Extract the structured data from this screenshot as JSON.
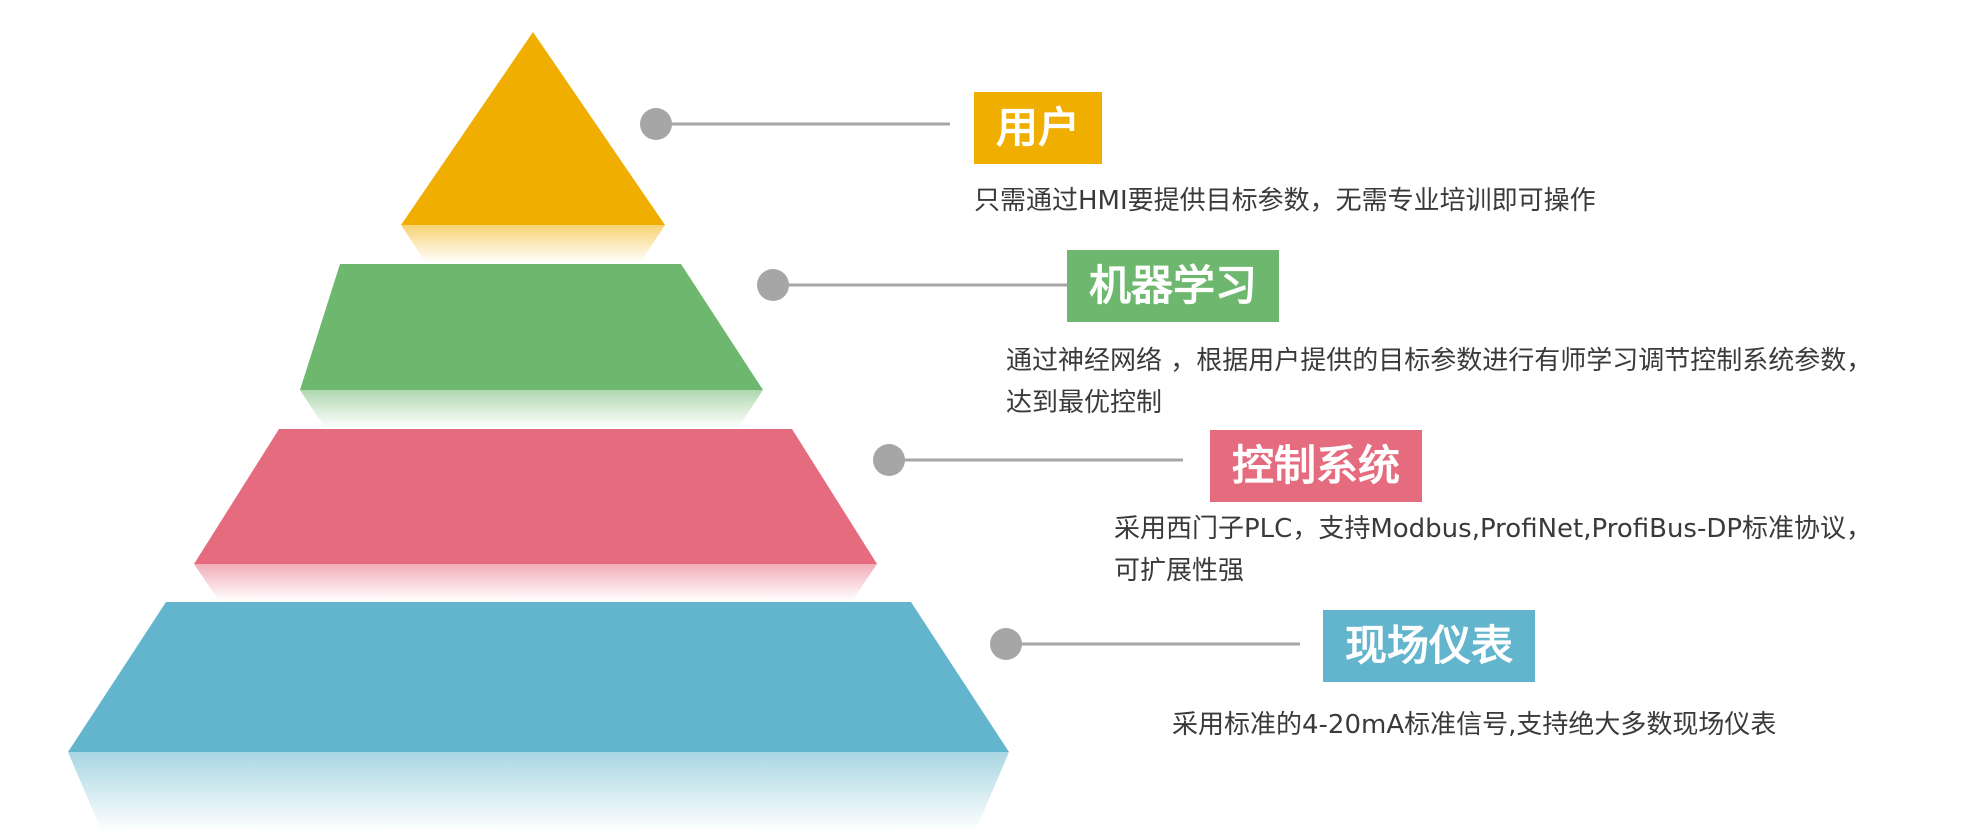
{
  "levels": [
    {
      "title": "用户",
      "color": "#F0AE00",
      "desc": [
        "只需通过HMI要提供目标参数，无需专业培训即可操作"
      ],
      "icon": "dot-connector"
    },
    {
      "title": "机器学习",
      "color": "#6DB76E",
      "desc": [
        "通过神经网络 ，根据用户提供的目标参数进行有师学习调节控制系统参数，",
        "达到最优控制"
      ],
      "icon": "dot-connector"
    },
    {
      "title": "控制系统",
      "color": "#E56B7E",
      "desc": [
        "采用西门子PLC，支持Modbus,ProfiNet,ProfiBus-DP标准协议，",
        "可扩展性强"
      ],
      "icon": "dot-connector"
    },
    {
      "title": "现场仪表",
      "color": "#62B5CC",
      "desc": [
        "采用标准的4-20mA标准信号,支持绝大多数现场仪表"
      ],
      "icon": "dot-connector"
    }
  ],
  "connector_color": "#A6A6A6"
}
